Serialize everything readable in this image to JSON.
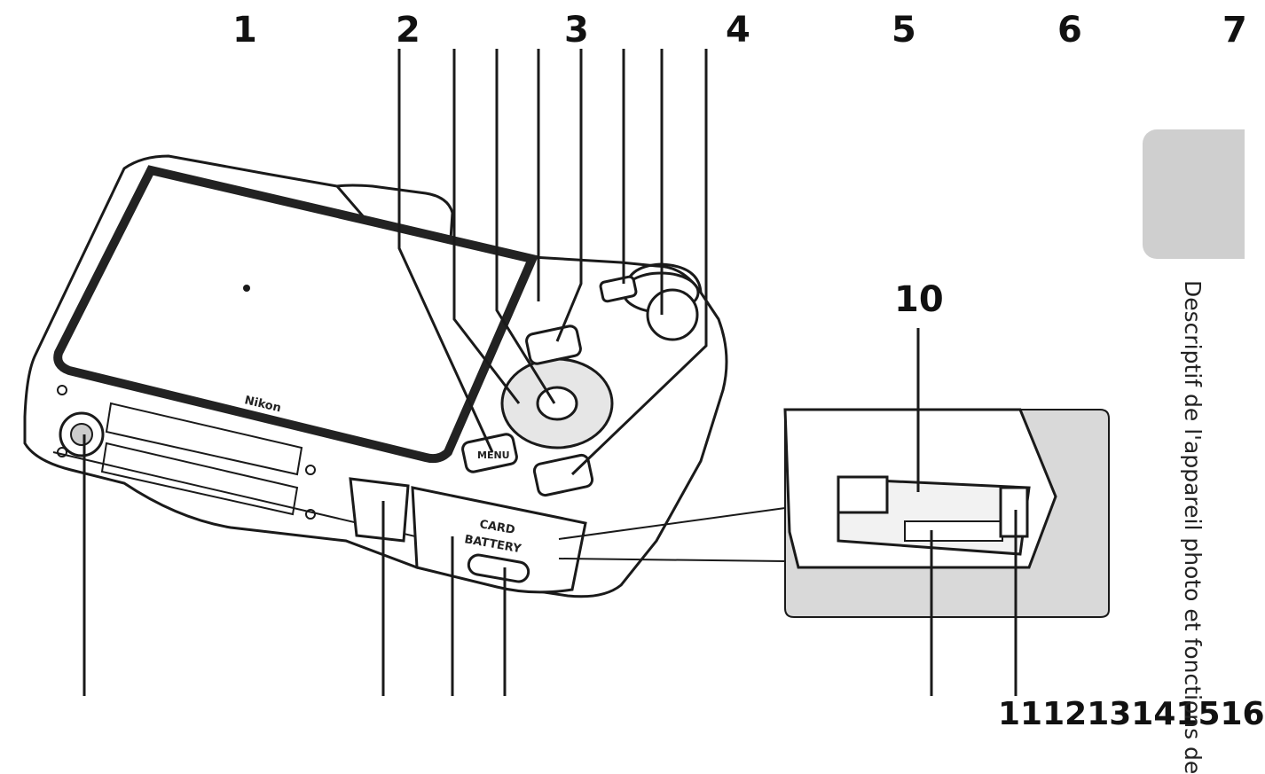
{
  "callouts_top": [
    "1",
    "2",
    "3",
    "4",
    "5",
    "6",
    "7"
  ],
  "callout_10": "10",
  "callouts_bottom": "111213141516",
  "side_caption": "Descriptif de l'appareil photo et fonctions de",
  "camera_labels": {
    "brand": "Nikon",
    "card": "CARD",
    "battery": "BATTERY",
    "menu": "MENU"
  },
  "colors": {
    "line": "#1a1a1a",
    "inset_bg": "#d9d9d9",
    "side_tab": "#cfcfcf",
    "screen_border": "#222222"
  }
}
